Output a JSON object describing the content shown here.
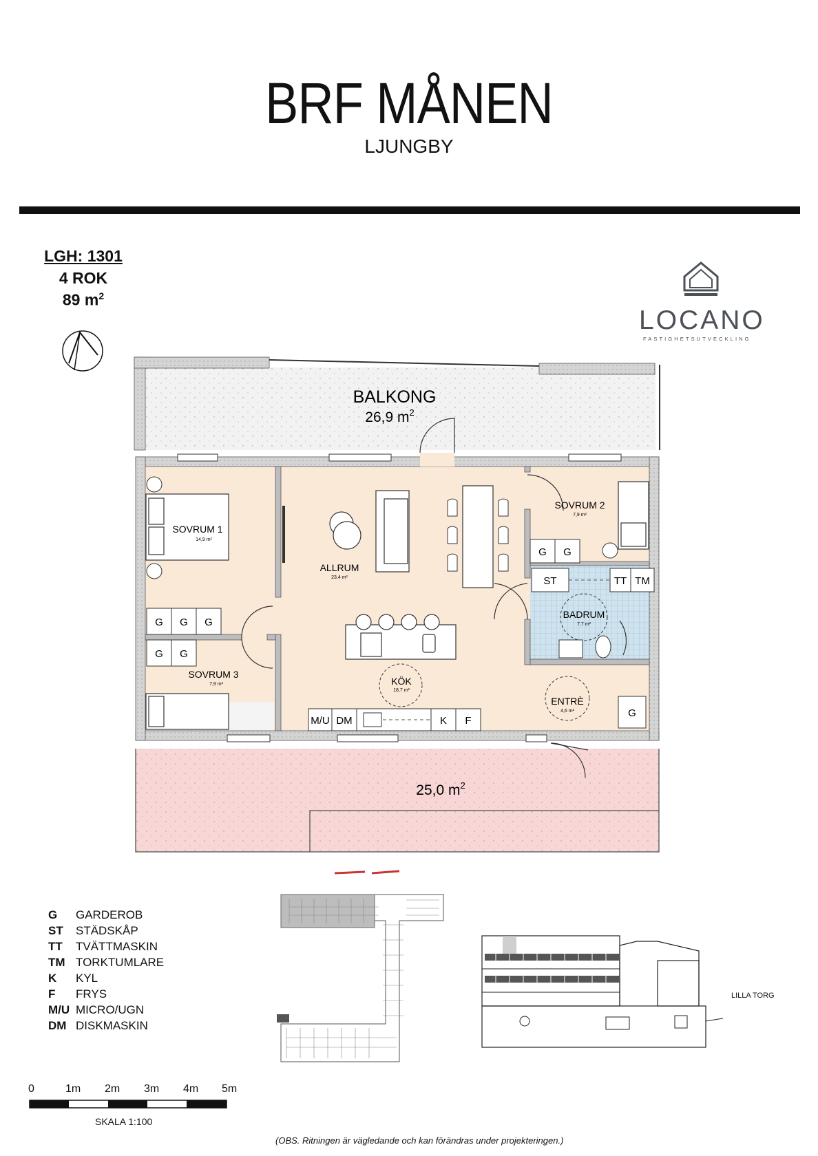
{
  "header": {
    "title": "BRF MÅNEN",
    "subtitle": "LJUNGBY"
  },
  "apartment": {
    "id": "LGH: 1301",
    "rooms": "4 ROK",
    "area_value": "89 m",
    "area_sup": "2"
  },
  "logo": {
    "name": "LOCANO",
    "tagline": "FASTIGHETSUTVECKLING"
  },
  "plan": {
    "balkong": {
      "label": "BALKONG",
      "area": "26,9 m",
      "sup": "2"
    },
    "terrace": {
      "area": "25,0 m",
      "sup": "2"
    },
    "rooms": [
      {
        "name": "SOVRUM 1",
        "area": "14,9 m²"
      },
      {
        "name": "SOVRUM 2",
        "area": "7,9 m²"
      },
      {
        "name": "SOVRUM 3",
        "area": "7,9 m²"
      },
      {
        "name": "ALLRUM",
        "area": "23,4 m²"
      },
      {
        "name": "BADRUM",
        "area": "7,7 m²"
      },
      {
        "name": "KÖK",
        "area": "18,7 m²"
      },
      {
        "name": "ENTRÈ",
        "area": "4,6 m²"
      }
    ],
    "fixtures": {
      "g": "G",
      "st": "ST",
      "tt": "TT",
      "tm": "TM",
      "mu": "M/U",
      "dm": "DM",
      "k": "K",
      "f": "F"
    }
  },
  "legend": [
    {
      "code": "G",
      "desc": "GARDEROB"
    },
    {
      "code": "ST",
      "desc": "STÄDSKÅP"
    },
    {
      "code": "TT",
      "desc": "TVÄTTMASKIN"
    },
    {
      "code": "TM",
      "desc": "TORKTUMLARE"
    },
    {
      "code": "K",
      "desc": "KYL"
    },
    {
      "code": "F",
      "desc": "FRYS"
    },
    {
      "code": "M/U",
      "desc": "MICRO/UGN"
    },
    {
      "code": "DM",
      "desc": "DISKMASKIN"
    }
  ],
  "scale": {
    "labels": [
      "0",
      "1m",
      "2m",
      "3m",
      "4m",
      "5m"
    ],
    "title": "SKALA 1:100"
  },
  "elevation": {
    "label": "LILLA TORG"
  },
  "disclaimer": "(OBS. Ritningen är vägledande och kan förändras under projekteringen.)",
  "colors": {
    "room_fill": "#fbe9d8",
    "terrace_fill": "#f8d6d6",
    "bath_tile": "#cfe3ef",
    "wall": "#b8b8b8",
    "accent": "#4c5158"
  }
}
